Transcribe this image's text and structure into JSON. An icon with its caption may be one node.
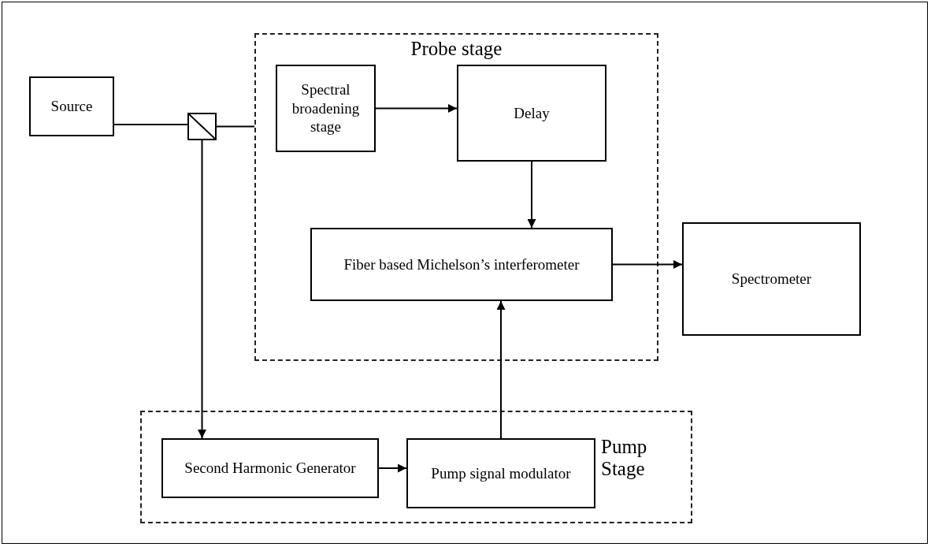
{
  "diagram": {
    "nodes": [
      {
        "text": [
          "Source"
        ]
      },
      {
        "text": [],
        "shape": "box"
      },
      {
        "text": [
          "Probe stage"
        ]
      },
      {
        "text": [
          "Spectral broadening stage"
        ],
        "in": 2
      },
      {
        "text": [
          "Delay"
        ],
        "in": 2
      },
      {
        "text": [
          "Fiber based Michelson’s interferometer"
        ],
        "in": 2
      },
      {
        "text": [
          "Spectrometer"
        ]
      },
      {
        "text": [
          "Pump Stage"
        ]
      },
      {
        "text": [
          "Second Harmonic Generator"
        ],
        "in": 7
      },
      {
        "text": [
          "Pump signal modulator"
        ],
        "in": 7
      }
    ],
    "edges": [
      {
        "from": 0,
        "to": 1,
        "arrow": "none"
      },
      {
        "from": 1,
        "to": 2,
        "arrow": "none"
      },
      {
        "from": 3,
        "to": 4,
        "arrow": "to"
      },
      {
        "from": 4,
        "to": 5,
        "arrow": "to"
      },
      {
        "from": 5,
        "to": 6,
        "arrow": "to"
      },
      {
        "from": 1,
        "to": 8,
        "arrow": "to"
      },
      {
        "from": 8,
        "to": 9,
        "arrow": "to"
      },
      {
        "from": 9,
        "to": 5,
        "arrow": "to"
      }
    ]
  }
}
